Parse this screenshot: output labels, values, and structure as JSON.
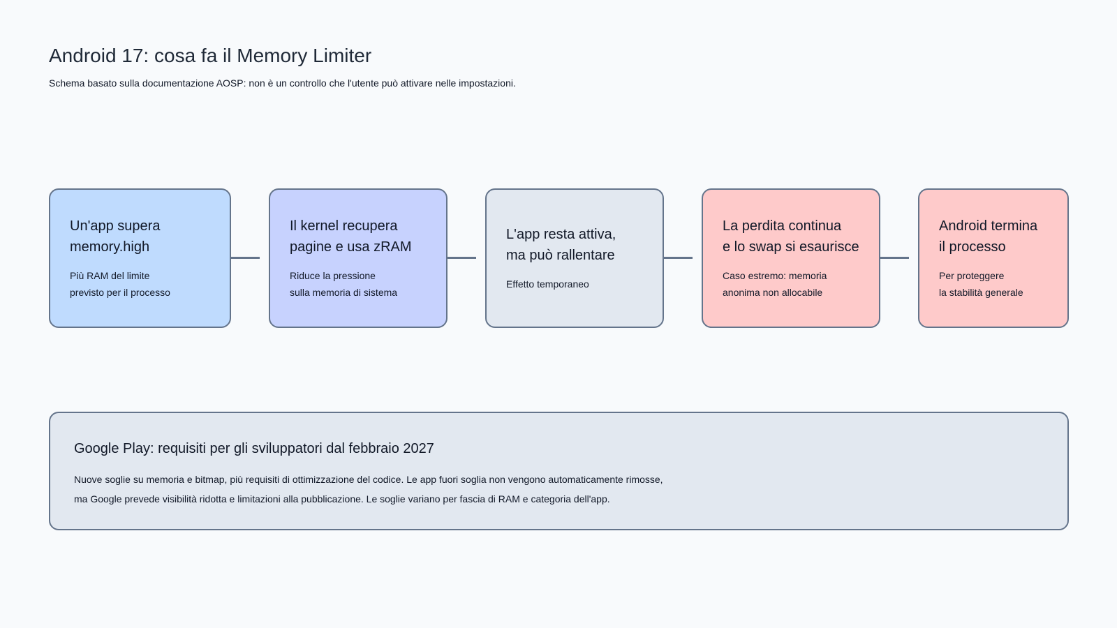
{
  "header": {
    "title": "Android 17: cosa fa il Memory Limiter",
    "subtitle": "Schema basato sulla documentazione AOSP: non è un controllo che l'utente può attivare nelle impostazioni."
  },
  "steps": [
    {
      "title": "Un'app supera\nmemory.high",
      "description": "Più RAM del limite\nprevisto per il processo",
      "color": "#bfdbfe"
    },
    {
      "title": "Il kernel recupera\npagine e usa zRAM",
      "description": "Riduce la pressione\nsulla memoria di sistema",
      "color": "#c7d2fe"
    },
    {
      "title": "L'app resta attiva,\nma può rallentare",
      "description": "Effetto temporaneo",
      "color": "#e2e8f0"
    },
    {
      "title": "La perdita continua\ne lo swap si esaurisce",
      "description": "Caso estremo: memoria\nanonima non allocabile",
      "color": "#fecaca"
    },
    {
      "title": "Android termina\nil processo",
      "description": "Per proteggere\nla stabilità generale",
      "color": "#fecaca"
    }
  ],
  "note": {
    "title": "Google Play: requisiti per gli sviluppatori dal febbraio 2027",
    "line1": "Nuove soglie su memoria e bitmap, più requisiti di ottimizzazione del codice. Le app fuori soglia non vengono automaticamente rimosse,",
    "line2": "ma Google prevede visibilità ridotta e limitazioni alla pubblicazione. Le soglie variano per fascia di RAM e categoria dell'app."
  }
}
